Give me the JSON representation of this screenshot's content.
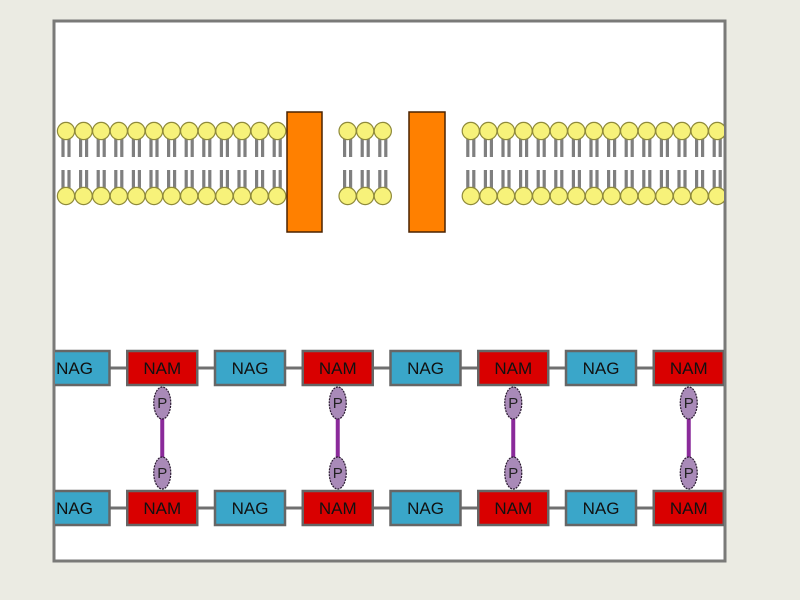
{
  "diagram": {
    "title": "",
    "membrane": {
      "head_color": "#f7f27a",
      "head_stroke": "#8f8a3a",
      "tail_color": "#7f7f7f",
      "leaflets": [
        "outer",
        "inner"
      ]
    },
    "proteins": [
      {
        "id": "protein-1",
        "color": "#ff8000",
        "stroke": "#4a2200"
      },
      {
        "id": "protein-2",
        "color": "#ff8000",
        "stroke": "#4a2200"
      }
    ],
    "peptidoglycan": {
      "strands": [
        {
          "id": "strand-top",
          "units": [
            "NAG",
            "NAM",
            "NAG",
            "NAM",
            "NAG",
            "NAM",
            "NAG",
            "NAM"
          ]
        },
        {
          "id": "strand-bottom",
          "units": [
            "NAG",
            "NAM",
            "NAG",
            "NAM",
            "NAG",
            "NAM",
            "NAG",
            "NAM"
          ]
        }
      ],
      "colors": {
        "NAG": "#3aa6c9",
        "NAM": "#d90000",
        "box_stroke": "#666666",
        "link": "#707070"
      },
      "crosslinks": {
        "count": 4,
        "label": "P",
        "oval_color": "#a98ab8",
        "oval_stroke": "#2a1a30",
        "bridge_color": "#8a2a9a"
      }
    }
  }
}
